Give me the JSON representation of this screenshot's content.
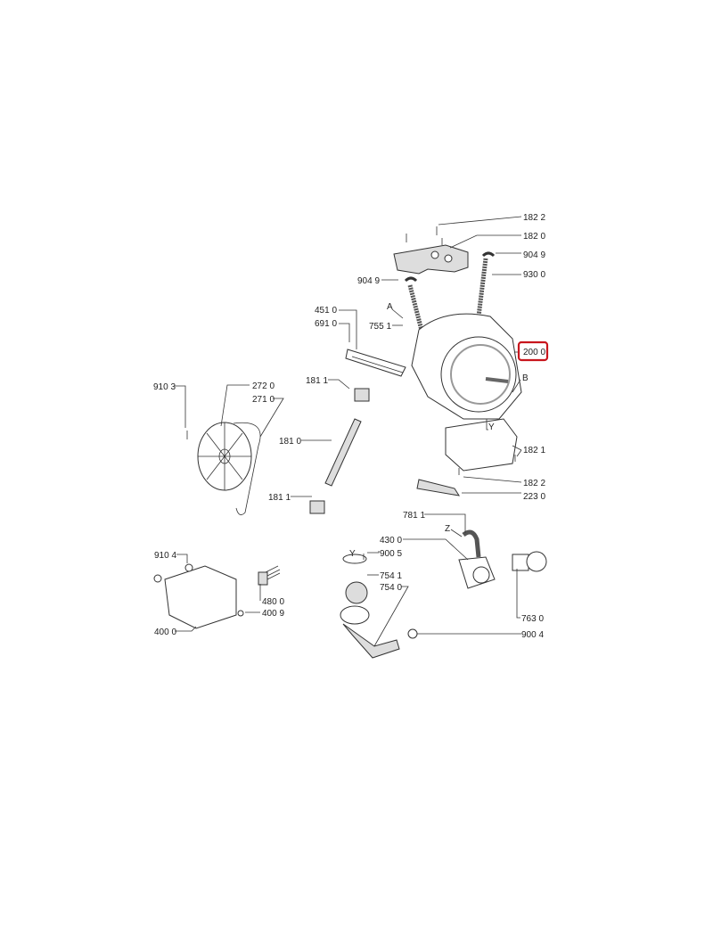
{
  "highlight_color": "#c8161d",
  "labels": {
    "p1822a": "182 2",
    "p1820": "182 0",
    "p9049a": "904 9",
    "p9300": "930 0",
    "p9049b": "904 9",
    "p4510": "451 0",
    "p6910": "691 0",
    "pA": "A",
    "p7551": "755 1",
    "p2000": "200 0",
    "pB": "B",
    "p9103": "910 3",
    "p2720": "272 0",
    "p2710": "271 0",
    "p1811a": "181 1",
    "p1810": "181 0",
    "p1811b": "181 1",
    "pY1": "Y",
    "p1821": "182 1",
    "p1822b": "182 2",
    "p2230": "223 0",
    "p7811": "781 1",
    "pZ": "Z",
    "p4300": "430 0",
    "pY2": "Y",
    "p9005": "900 5",
    "p7541": "754 1",
    "p7540": "754 0",
    "p9104": "910 4",
    "p4800": "480 0",
    "p4009": "400 9",
    "p4000": "400 0",
    "p7630": "763 0",
    "p9004": "900 4"
  }
}
